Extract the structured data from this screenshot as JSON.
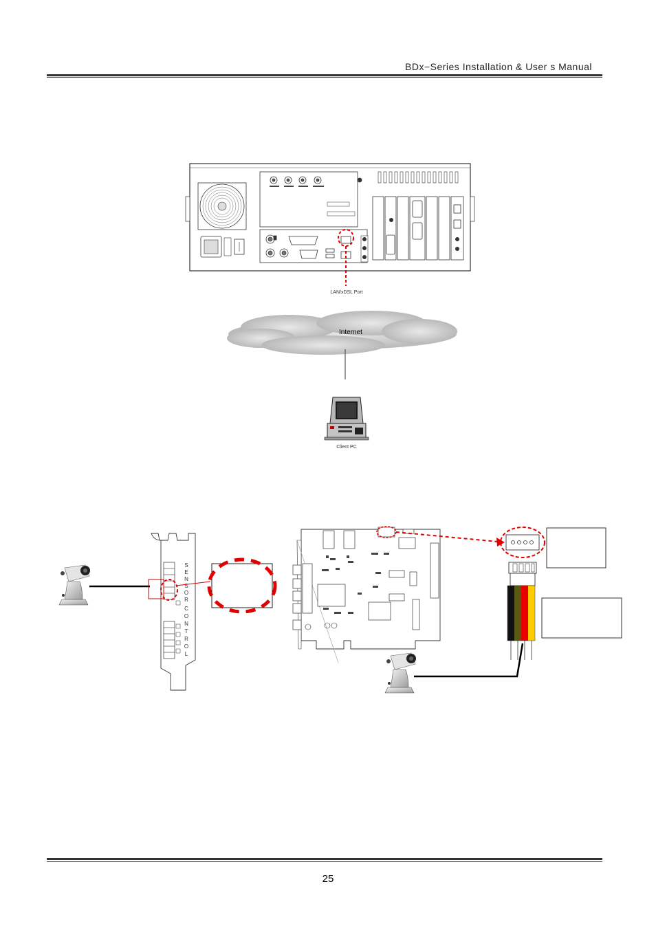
{
  "header": {
    "title": "BDx−Series Installation & User s Manual"
  },
  "diagram": {
    "lan_port_label": "LAN/xDSL Port",
    "internet_label": "Internet",
    "client_pc_label": "Client PC",
    "sensor_letters": [
      "S",
      "E",
      "N",
      "S",
      "O",
      "R"
    ],
    "control_letters": [
      "C",
      "O",
      "N",
      "T",
      "R",
      "O",
      "L"
    ]
  },
  "footer": {
    "page_number": "25"
  }
}
